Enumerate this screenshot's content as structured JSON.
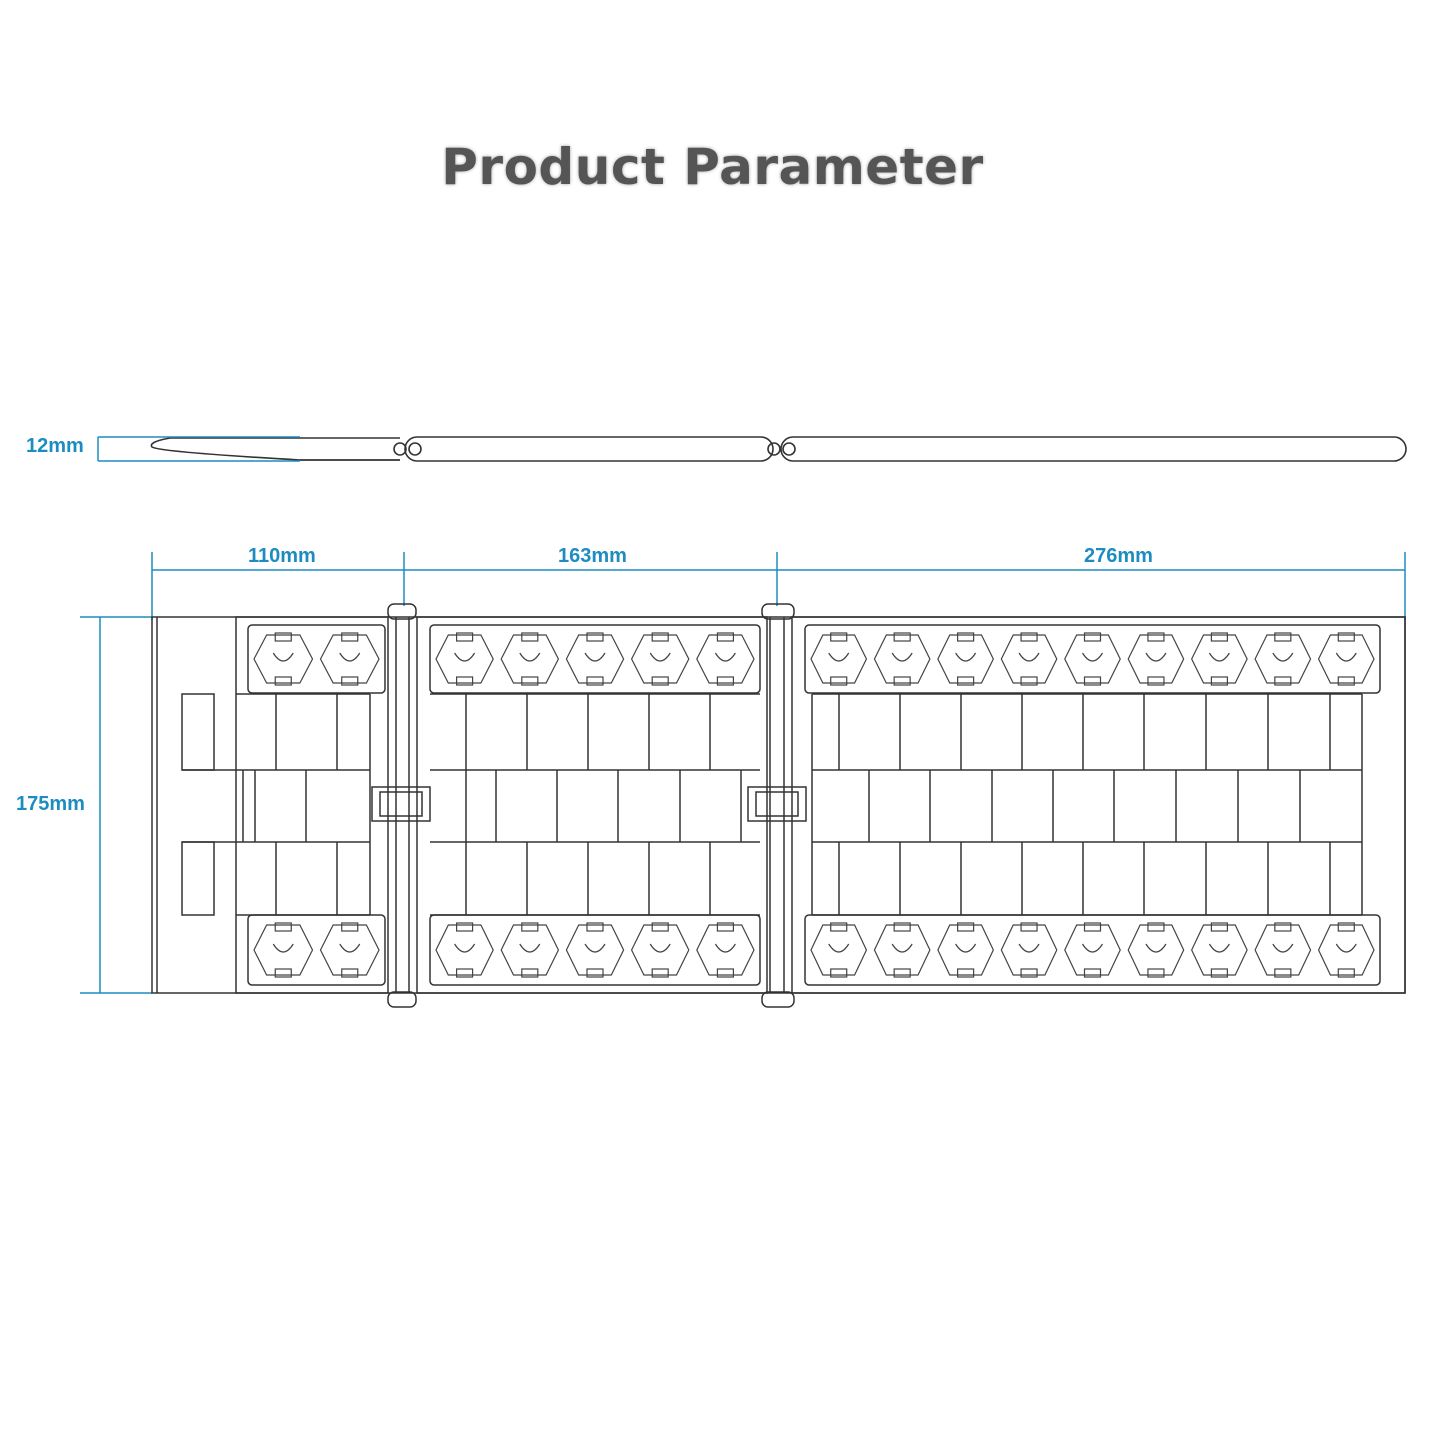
{
  "title": "Product Parameter",
  "dimensions": {
    "thickness": "12mm",
    "height": "175mm",
    "panel_1_width": "110mm",
    "panel_2_width": "163mm",
    "panel_3_width": "276mm"
  },
  "colors": {
    "dimension_line": "#1d8cc0",
    "outline": "#333333",
    "title": "#555555"
  }
}
